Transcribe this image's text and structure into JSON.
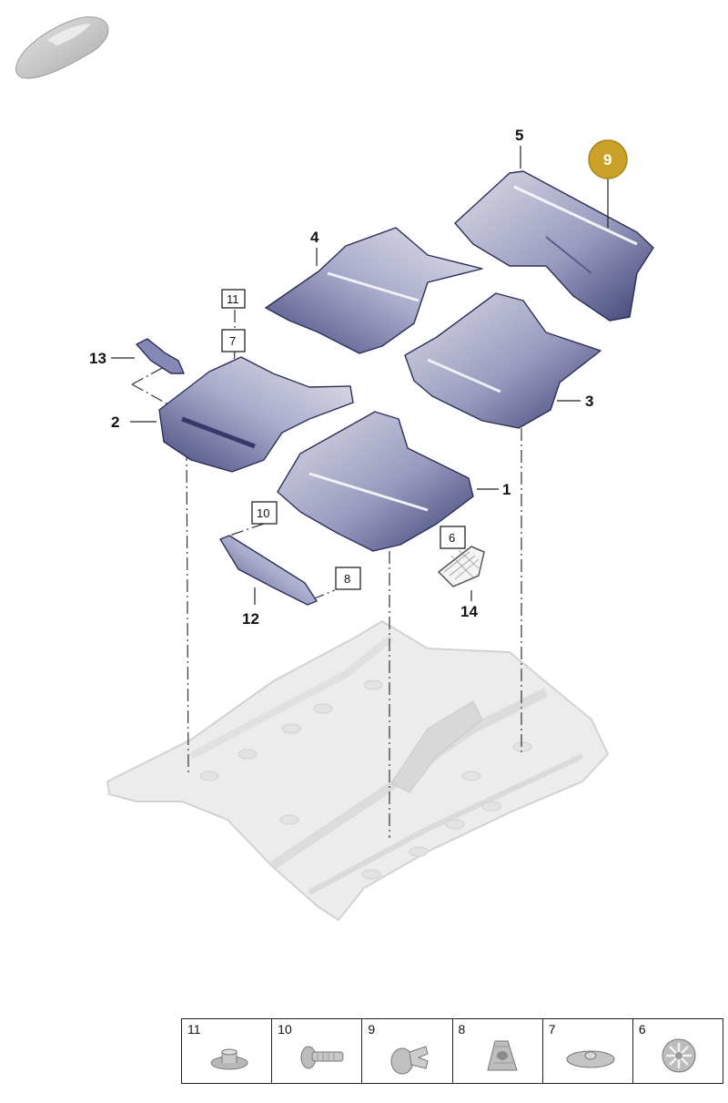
{
  "callouts": {
    "p1": "1",
    "p2": "2",
    "p3": "3",
    "p4": "4",
    "p5": "5",
    "p12": "12",
    "p13": "13",
    "p14": "14",
    "b6": "6",
    "b7": "7",
    "b8": "8",
    "b10": "10",
    "b11": "11",
    "highlight": "9"
  },
  "colors": {
    "part_fill": "#6d6f9e",
    "part_light": "#c9c9d6",
    "part_dark": "#3a3c6e",
    "floor_fill": "#ececec",
    "floor_stroke": "#d2d2d2",
    "highlight": "#c9a227"
  },
  "legend": {
    "cells": [
      {
        "num": "11",
        "icon": "flanged-nut-icon"
      },
      {
        "num": "10",
        "icon": "bolt-icon"
      },
      {
        "num": "9",
        "icon": "push-rivet-icon"
      },
      {
        "num": "8",
        "icon": "clip-nut-icon"
      },
      {
        "num": "7",
        "icon": "washer-disc-icon"
      },
      {
        "num": "6",
        "icon": "spring-clip-icon"
      }
    ]
  }
}
